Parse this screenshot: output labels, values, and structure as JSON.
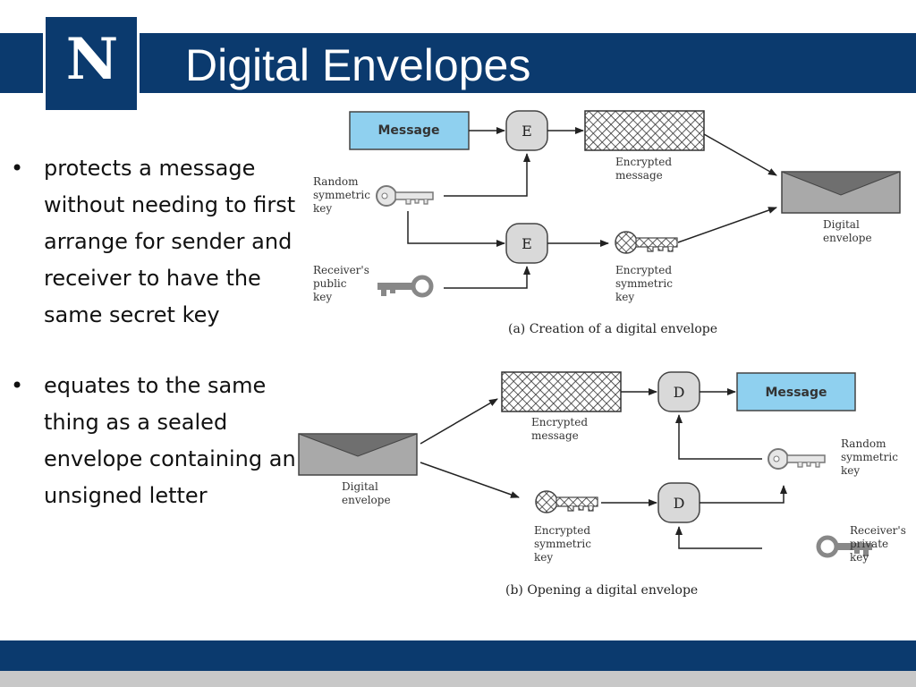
{
  "slide": {
    "title": "Digital Envelopes",
    "logo_letter": "N"
  },
  "bullets": [
    "protects a message without needing to first arrange for sender and receiver to have the same secret key",
    "equates to the same thing as a sealed envelope containing an unsigned letter"
  ],
  "colors": {
    "header": "#0b3a6e",
    "message_box": "#8fd0ef",
    "envelope": "#a9a9a9",
    "footer_strip": "#c8c8c8"
  },
  "diagram": {
    "creation": {
      "message": "Message",
      "encrypt_1": "E",
      "encrypt_2": "E",
      "random_key": [
        "Random",
        "symmetric",
        "key"
      ],
      "receiver_key": [
        "Receiver's",
        "public",
        "key"
      ],
      "encrypted_message": [
        "Encrypted",
        "message"
      ],
      "encrypted_key": [
        "Encrypted",
        "symmetric",
        "key"
      ],
      "envelope": [
        "Digital",
        "envelope"
      ],
      "caption": "(a) Creation of a digital envelope"
    },
    "opening": {
      "envelope": [
        "Digital",
        "envelope"
      ],
      "encrypted_message": [
        "Encrypted",
        "message"
      ],
      "encrypted_key": [
        "Encrypted",
        "symmetric",
        "key"
      ],
      "decrypt_1": "D",
      "decrypt_2": "D",
      "message": "Message",
      "random_key": [
        "Random",
        "symmetric",
        "key"
      ],
      "receiver_key": [
        "Receiver's",
        "private",
        "key"
      ],
      "caption": "(b) Opening a digital envelope"
    }
  }
}
